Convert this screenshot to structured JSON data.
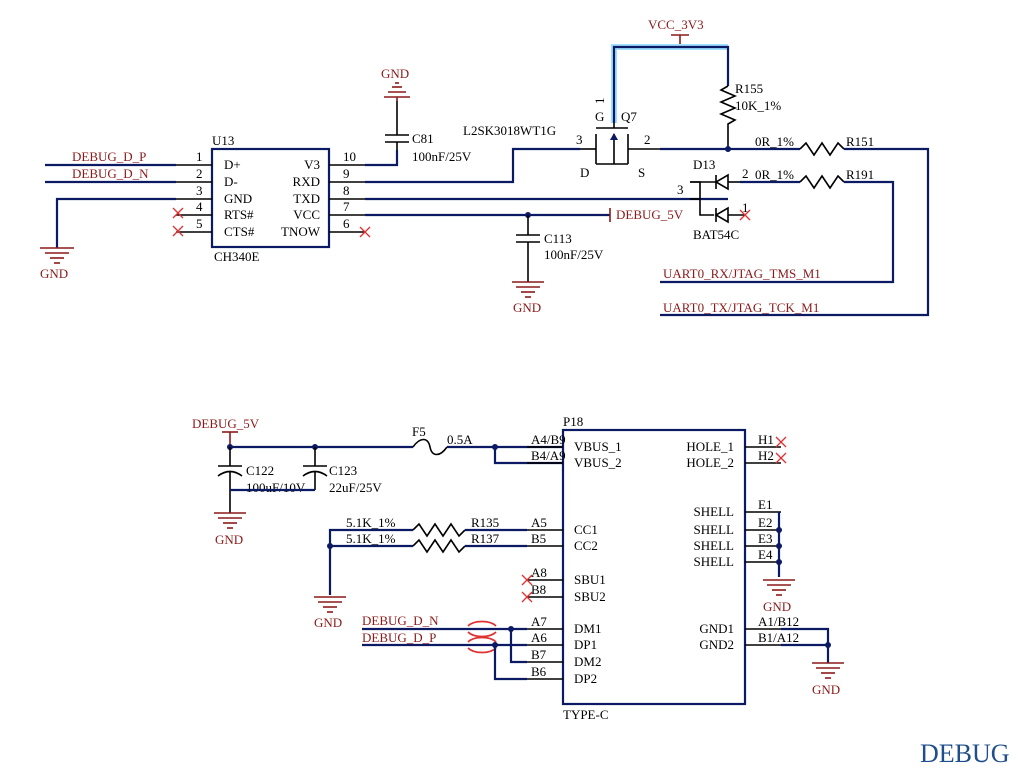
{
  "sheet_title": "DEBUG",
  "gnd": "GND",
  "nets": {
    "debug_dp": "DEBUG_D_P",
    "debug_dn": "DEBUG_D_N",
    "debug_5v": "DEBUG_5V",
    "vcc_3v3": "VCC_3V3",
    "uart0_rx": "UART0_RX/JTAG_TMS_M1",
    "uart0_tx": "UART0_TX/JTAG_TCK_M1"
  },
  "u13": {
    "ref": "U13",
    "part": "CH340E",
    "left": [
      {
        "num": "1",
        "name": "D+"
      },
      {
        "num": "2",
        "name": "D-"
      },
      {
        "num": "3",
        "name": "GND"
      },
      {
        "num": "4",
        "name": "RTS#"
      },
      {
        "num": "5",
        "name": "CTS#"
      }
    ],
    "right": [
      {
        "num": "10",
        "name": "V3"
      },
      {
        "num": "9",
        "name": "RXD"
      },
      {
        "num": "8",
        "name": "TXD"
      },
      {
        "num": "7",
        "name": "VCC"
      },
      {
        "num": "6",
        "name": "TNOW"
      }
    ]
  },
  "c81": {
    "ref": "C81",
    "value": "100nF/25V"
  },
  "c113": {
    "ref": "C113",
    "value": "100nF/25V"
  },
  "q7": {
    "ref": "Q7",
    "part": "L2SK3018WT1G",
    "g": "G",
    "d": "D",
    "s": "S",
    "pin_g": "1",
    "pin_d": "3",
    "pin_s": "2"
  },
  "r155": {
    "ref": "R155",
    "value": "10K_1%"
  },
  "r151": {
    "ref": "R151",
    "value": "0R_1%"
  },
  "r191": {
    "ref": "R191",
    "value": "0R_1%"
  },
  "d13": {
    "ref": "D13",
    "part": "BAT54C",
    "pin1": "1",
    "pin2": "2",
    "pin3": "3"
  },
  "c122": {
    "ref": "C122",
    "value": "100uF/10V"
  },
  "c123": {
    "ref": "C123",
    "value": "22uF/25V"
  },
  "f5": {
    "ref": "F5",
    "value": "0.5A"
  },
  "r135": {
    "ref": "R135",
    "value": "5.1K_1%"
  },
  "r137": {
    "ref": "R137",
    "value": "5.1K_1%"
  },
  "p18": {
    "ref": "P18",
    "part": "TYPE-C",
    "left": [
      {
        "pin": "A4/B9",
        "name": "VBUS_1"
      },
      {
        "pin": "B4/A9",
        "name": "VBUS_2"
      },
      {
        "pin": "A5",
        "name": "CC1"
      },
      {
        "pin": "B5",
        "name": "CC2"
      },
      {
        "pin": "A8",
        "name": "SBU1"
      },
      {
        "pin": "B8",
        "name": "SBU2"
      },
      {
        "pin": "A7",
        "name": "DM1"
      },
      {
        "pin": "A6",
        "name": "DP1"
      },
      {
        "pin": "B7",
        "name": "DM2"
      },
      {
        "pin": "B6",
        "name": "DP2"
      }
    ],
    "right": [
      {
        "pin": "H1",
        "name": "HOLE_1"
      },
      {
        "pin": "H2",
        "name": "HOLE_2"
      },
      {
        "pin": "E1",
        "name": "SHELL"
      },
      {
        "pin": "E2",
        "name": "SHELL"
      },
      {
        "pin": "E3",
        "name": "SHELL"
      },
      {
        "pin": "E4",
        "name": "SHELL"
      },
      {
        "pin": "A1/B12",
        "name": "GND1"
      },
      {
        "pin": "B1/A12",
        "name": "GND2"
      }
    ]
  }
}
